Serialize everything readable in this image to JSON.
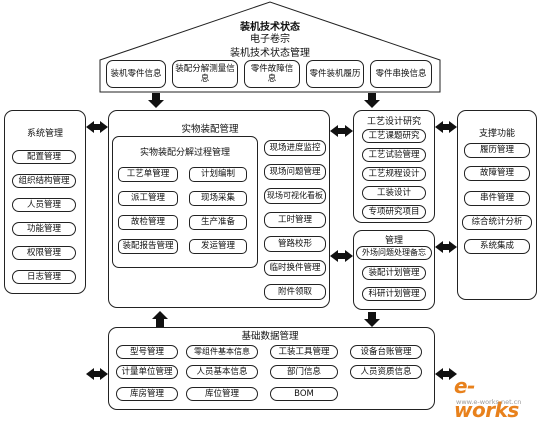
{
  "header": {
    "title_line1": "装机技术状态",
    "title_line2": "电子卷宗"
  },
  "status_mgmt": {
    "title": "装机技术状态管理",
    "items": [
      "装机零件信息",
      "装配分解测量信息",
      "零件故障信息",
      "零件装机履历",
      "零件串换信息"
    ]
  },
  "system_mgmt": {
    "title": "系统管理",
    "items": [
      "配置管理",
      "组织结构管理",
      "人员管理",
      "功能管理",
      "权限管理",
      "日志管理"
    ]
  },
  "assembly_mgmt": {
    "title": "实物装配管理",
    "inner_title": "实物装配分解过程管理",
    "left_items": [
      "工艺单管理",
      "派工管理",
      "故检管理",
      "装配报告管理"
    ],
    "right_items": [
      "计划编制",
      "现场采集",
      "生产准备",
      "发运管理"
    ],
    "side_items": [
      "现场进度监控",
      "现场问题管理",
      "现场可视化看板",
      "工时管理",
      "管路校形",
      "临时换件管理",
      "附件领取"
    ]
  },
  "craft_research": {
    "title": "工艺设计研究",
    "items": [
      "工艺课题研究",
      "工艺试验管理",
      "工艺规程设计",
      "工装设计",
      "专项研究项目"
    ]
  },
  "management": {
    "title": "管理",
    "items": [
      "外场问题处理备忘",
      "装配计划管理",
      "科研计划管理"
    ]
  },
  "support": {
    "title": "支撑功能",
    "items": [
      "履历管理",
      "故障管理",
      "串件管理",
      "综合统计分析",
      "系统集成"
    ]
  },
  "base_data": {
    "title": "基础数据管理",
    "row1": [
      "型号管理",
      "零组件基本信息",
      "工装工具管理",
      "设备台账管理"
    ],
    "row2": [
      "计量单位管理",
      "人员基本信息",
      "部门信息",
      "人员资质信息"
    ],
    "row3": [
      "库房管理",
      "库位管理",
      "BOM"
    ]
  },
  "watermark": {
    "text": "e-works",
    "domain": "www.e-works.net.cn"
  },
  "colors": {
    "line": "#222222",
    "arrow": "#111111",
    "watermark_orange": "#e8811c",
    "watermark_gray": "#9a9a9a"
  }
}
